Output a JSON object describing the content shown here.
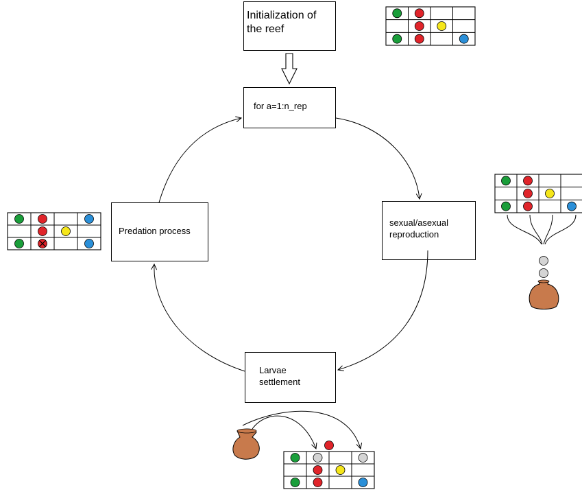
{
  "steps": {
    "init": "Initialization of\nthe reef",
    "loop": "for a=1:n_rep",
    "reproduction": "sexual/asexual\nreproduction",
    "predation": "Predation process",
    "settlement": "Larvae\nsettlement"
  },
  "colors": {
    "green": "#1a9e3a",
    "red": "#e0242a",
    "yellow": "#f5e61a",
    "blue": "#2a8fd8",
    "gray": "#d4d4d4",
    "pot": "#c87a4c",
    "line": "#000000"
  },
  "grids": {
    "initial_reef": [
      [
        "green",
        "red",
        "",
        ""
      ],
      [
        "",
        "red",
        "yellow",
        ""
      ],
      [
        "green",
        "red",
        "",
        "blue"
      ]
    ],
    "reproduction_reef": [
      [
        "green",
        "red",
        "",
        ""
      ],
      [
        "",
        "red",
        "yellow",
        ""
      ],
      [
        "green",
        "red",
        "",
        "blue"
      ]
    ],
    "predation_reef": [
      [
        "green",
        "red",
        "",
        "blue"
      ],
      [
        "",
        "red",
        "yellow",
        ""
      ],
      [
        "green",
        "red-dead",
        "",
        "blue"
      ]
    ],
    "settlement_reef": [
      [
        "green",
        "gray",
        "",
        "gray"
      ],
      [
        "",
        "red",
        "yellow",
        ""
      ],
      [
        "green",
        "red",
        "",
        "blue"
      ]
    ]
  },
  "icons": {
    "larvae_pot": "pot-icon",
    "dead_coral": "crossed-out-circle",
    "larva": "gray-circle"
  }
}
